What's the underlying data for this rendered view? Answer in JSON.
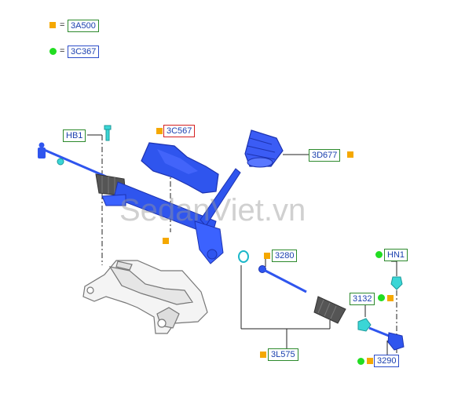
{
  "legend": {
    "orange_code": "3A500",
    "green_code": "3C367",
    "equals": "="
  },
  "callouts": {
    "hb1": "HB1",
    "c3c567": "3C567",
    "d3d677": "3D677",
    "p3280": "3280",
    "hn1": "HN1",
    "p3132": "3132",
    "l3l575": "3L575",
    "p3290": "3290"
  },
  "watermark": "SedanViet.vn",
  "colors": {
    "orange_marker": "#f5a800",
    "green_marker": "#22dd22",
    "part_blue": "#2f55ee",
    "part_cyan": "#3ad6d6",
    "label_text": "#1a3fae"
  }
}
